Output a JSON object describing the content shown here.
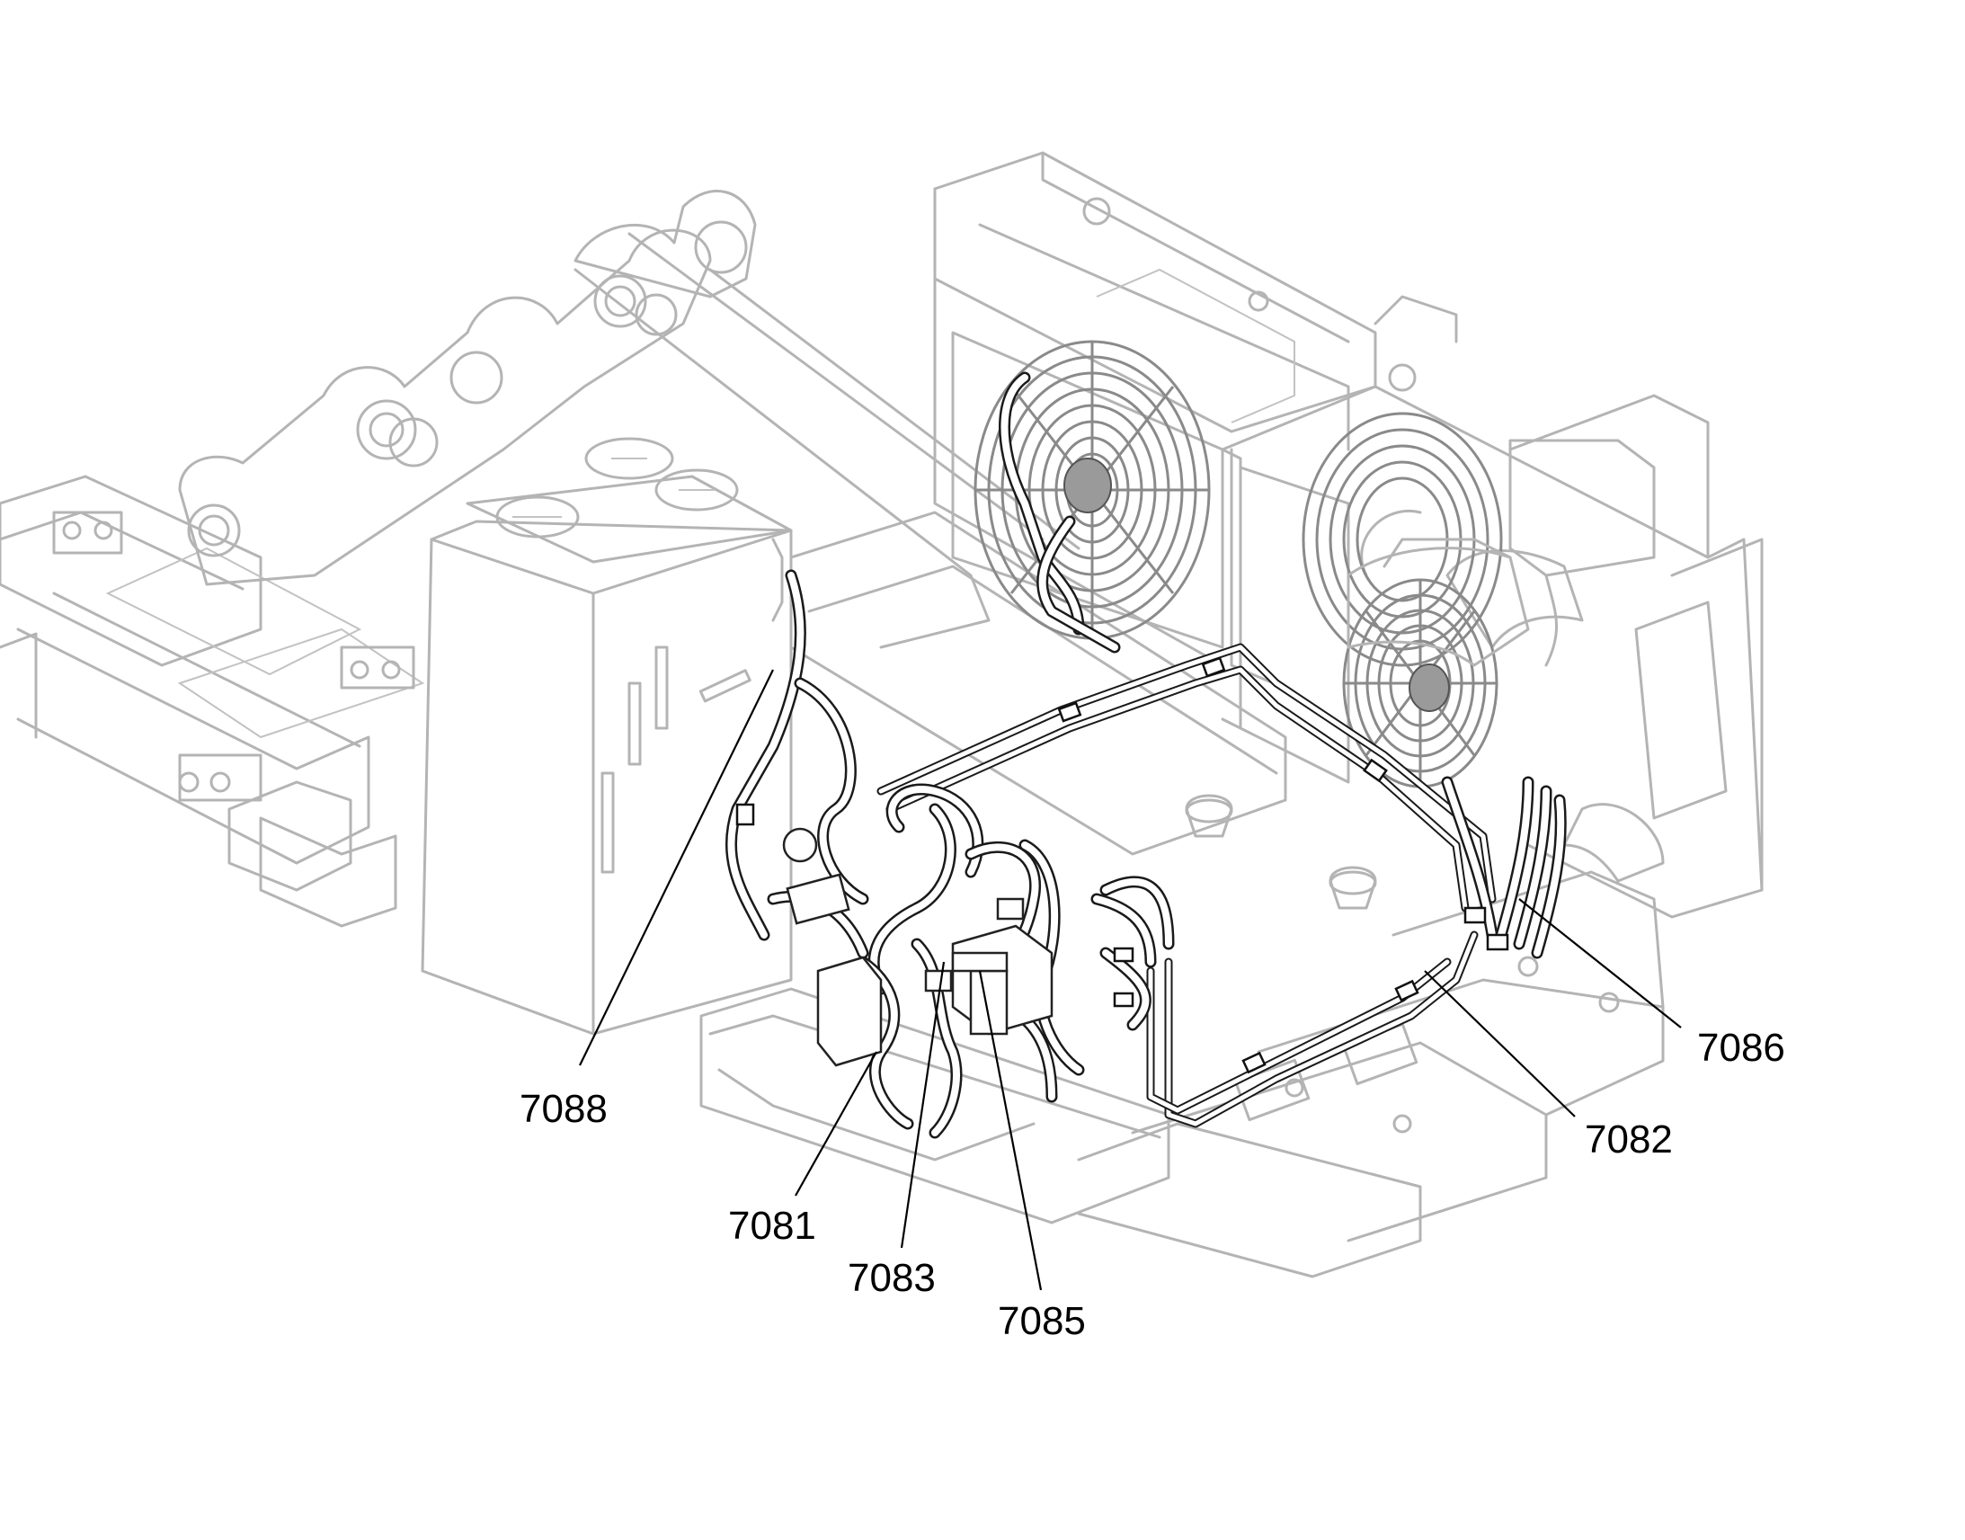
{
  "callouts": [
    {
      "id": "c7081",
      "label": "7081"
    },
    {
      "id": "c7082",
      "label": "7082"
    },
    {
      "id": "c7083",
      "label": "7083"
    },
    {
      "id": "c7085",
      "label": "7085"
    },
    {
      "id": "c7086",
      "label": "7086"
    },
    {
      "id": "c7088",
      "label": "7088"
    }
  ]
}
